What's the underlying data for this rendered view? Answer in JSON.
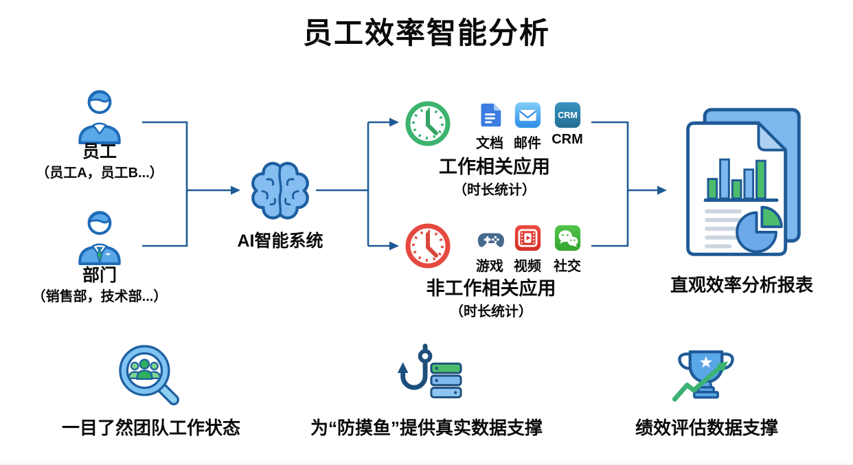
{
  "title": "员工效率智能分析",
  "colors": {
    "connector": "#1e5a96",
    "navy_outline": "#1d5fa0",
    "primary_blue": "#5aa7e8",
    "light_blue": "#85bdf0",
    "green": "#3cb370",
    "red": "#e6493f",
    "crm_teal": "#2a7aa6",
    "gamepad_slate": "#47698c",
    "wechat_green": "#42b83e"
  },
  "flow": {
    "sources": [
      {
        "label": "员工",
        "sublabel": "（员工A，员工B...）",
        "icon": "employee-person-icon"
      },
      {
        "label": "部门",
        "sublabel": "（销售部，技术部...）",
        "icon": "department-person-icon"
      }
    ],
    "engine": {
      "label": "AI智能系统",
      "icon": "brain-icon"
    },
    "branches": [
      {
        "title": "工作相关应用",
        "subtitle": "（时长统计）",
        "clock_icon": "green-clock-icon",
        "apps": [
          {
            "label": "文档",
            "icon": "document-app-icon"
          },
          {
            "label": "邮件",
            "icon": "mail-app-icon"
          },
          {
            "label": "CRM",
            "icon": "crm-app-icon",
            "badge": "CRM"
          }
        ]
      },
      {
        "title": "非工作相关应用",
        "subtitle": "（时长统计）",
        "clock_icon": "red-clock-icon",
        "apps": [
          {
            "label": "游戏",
            "icon": "game-app-icon"
          },
          {
            "label": "视频",
            "icon": "video-app-icon"
          },
          {
            "label": "社交",
            "icon": "social-app-icon"
          }
        ]
      }
    ],
    "output": {
      "label": "直观效率分析报表",
      "icon": "report-icon"
    }
  },
  "benefits": [
    {
      "label": "一目了然团队工作状态",
      "icon": "team-magnifier-icon"
    },
    {
      "label": "为“防摸鱼”提供真实数据支撑",
      "icon": "anti-slacking-hook-icon"
    },
    {
      "label": "绩效评估数据支撑",
      "icon": "performance-trophy-icon"
    }
  ]
}
